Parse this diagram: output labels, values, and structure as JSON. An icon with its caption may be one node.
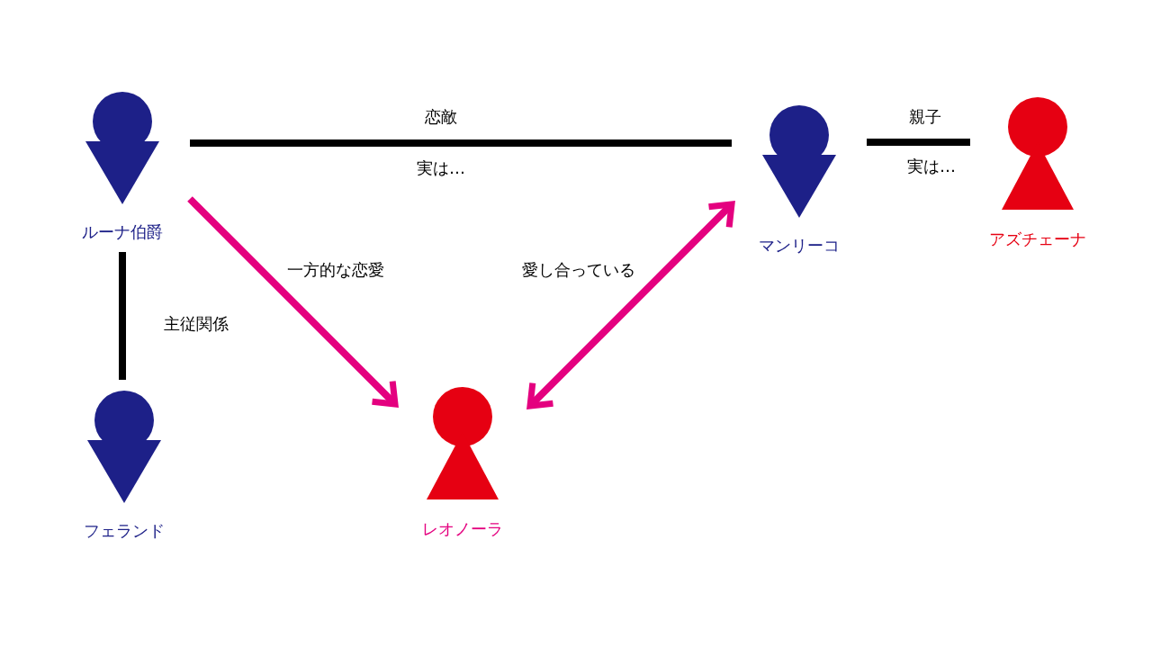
{
  "diagram": {
    "nodes": [
      {
        "text": [
          "ルーナ伯爵"
        ]
      },
      {
        "text": [
          "マンリーコ"
        ]
      },
      {
        "text": [
          "アズチェーナ"
        ]
      },
      {
        "text": [
          "フェランド"
        ]
      },
      {
        "text": [
          "レオノーラ"
        ]
      }
    ],
    "edges": [
      {
        "from": 0,
        "to": 1,
        "arrow": "none",
        "label": "恋敵"
      },
      {
        "from": 1,
        "to": 2,
        "arrow": "none",
        "label": "親子"
      },
      {
        "from": 0,
        "to": 3,
        "arrow": "none",
        "label": "主従関係"
      },
      {
        "from": 0,
        "to": 4,
        "arrow": "to",
        "label": "一方的な恋愛",
        "color": "#e4007f"
      },
      {
        "from": 1,
        "to": 4,
        "arrow": "both",
        "label": "愛し合っている",
        "color": "#e4007f"
      }
    ],
    "labels": [
      "実は…",
      "実は…"
    ]
  }
}
